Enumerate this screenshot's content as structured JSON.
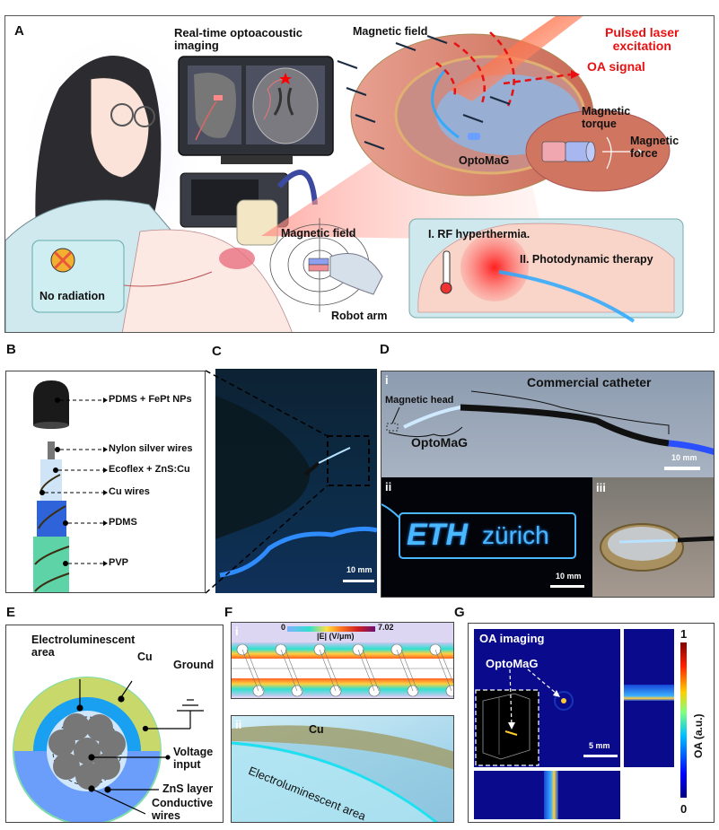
{
  "figure": {
    "panel_labels": {
      "a": "A",
      "b": "B",
      "c": "C",
      "d": "D",
      "e": "E",
      "f": "F",
      "g": "G"
    },
    "panel_a": {
      "monitor_title": "Real-time optoacoustic imaging",
      "monitor_title_line1": "Real-time optoacoustic",
      "monitor_title_line2": "imaging",
      "magnetic_field_top": "Magnetic field",
      "laser_line1": "Pulsed laser",
      "laser_line2": "excitation",
      "oa_signal": "OA signal",
      "magnetic_torque_line1": "Magnetic",
      "magnetic_torque_line2": "torque",
      "magnetic_force_line1": "Magnetic",
      "magnetic_force_line2": "force",
      "optomag": "OptoMaG",
      "magnetic_field_bottom": "Magnetic field",
      "no_radiation": "No radiation",
      "robot_arm": "Robot arm",
      "therapy_1": "I. RF hyperthermia.",
      "therapy_2": "II. Photodynamic therapy",
      "colors": {
        "laser": "#ff3b10",
        "annotation_red": "#e81010",
        "tissue": "#d9806a",
        "catheter_blue": "#2aa8ff"
      }
    },
    "panel_b": {
      "layers": [
        {
          "label": "PDMS + FePt NPs"
        },
        {
          "label": "Nylon silver wires"
        },
        {
          "label": "Ecoflex + ZnS:Cu"
        },
        {
          "label": "Cu wires"
        },
        {
          "label": "PDMS"
        },
        {
          "label": "PVP"
        }
      ]
    },
    "panel_c": {
      "scale_bar": "10 mm"
    },
    "panel_d": {
      "sub_i": "i",
      "sub_ii": "ii",
      "sub_iii": "iii",
      "commercial_catheter": "Commercial catheter",
      "magnetic_head": "Magnetic head",
      "optomag": "OptoMaG",
      "scale_bar_i": "10 mm",
      "scale_bar_ii": "10 mm",
      "logo_eth": "ETH",
      "logo_zurich": "zürich"
    },
    "panel_e": {
      "electroluminescent_line1": "Electroluminescent",
      "electroluminescent_line2": "area",
      "cu": "Cu",
      "ground": "Ground",
      "voltage_line1": "Voltage",
      "voltage_line2": "input",
      "zns_layer": "ZnS  layer",
      "conductive_line1": "Conductive",
      "conductive_line2": "wires"
    },
    "panel_f": {
      "sub_i": "i",
      "sub_ii": "ii",
      "colorbar_min": "0",
      "colorbar_max": "7.02",
      "colorbar_label": "|E| (V/μm)",
      "cu": "Cu",
      "electroluminescent_area": "Electroluminescent area"
    },
    "panel_g": {
      "title": "OA imaging",
      "optomag": "OptoMaG",
      "scale_bar": "5 mm",
      "colorbar_label": "OA (a.u.)",
      "colorbar_max": "1",
      "colorbar_min": "0"
    }
  }
}
